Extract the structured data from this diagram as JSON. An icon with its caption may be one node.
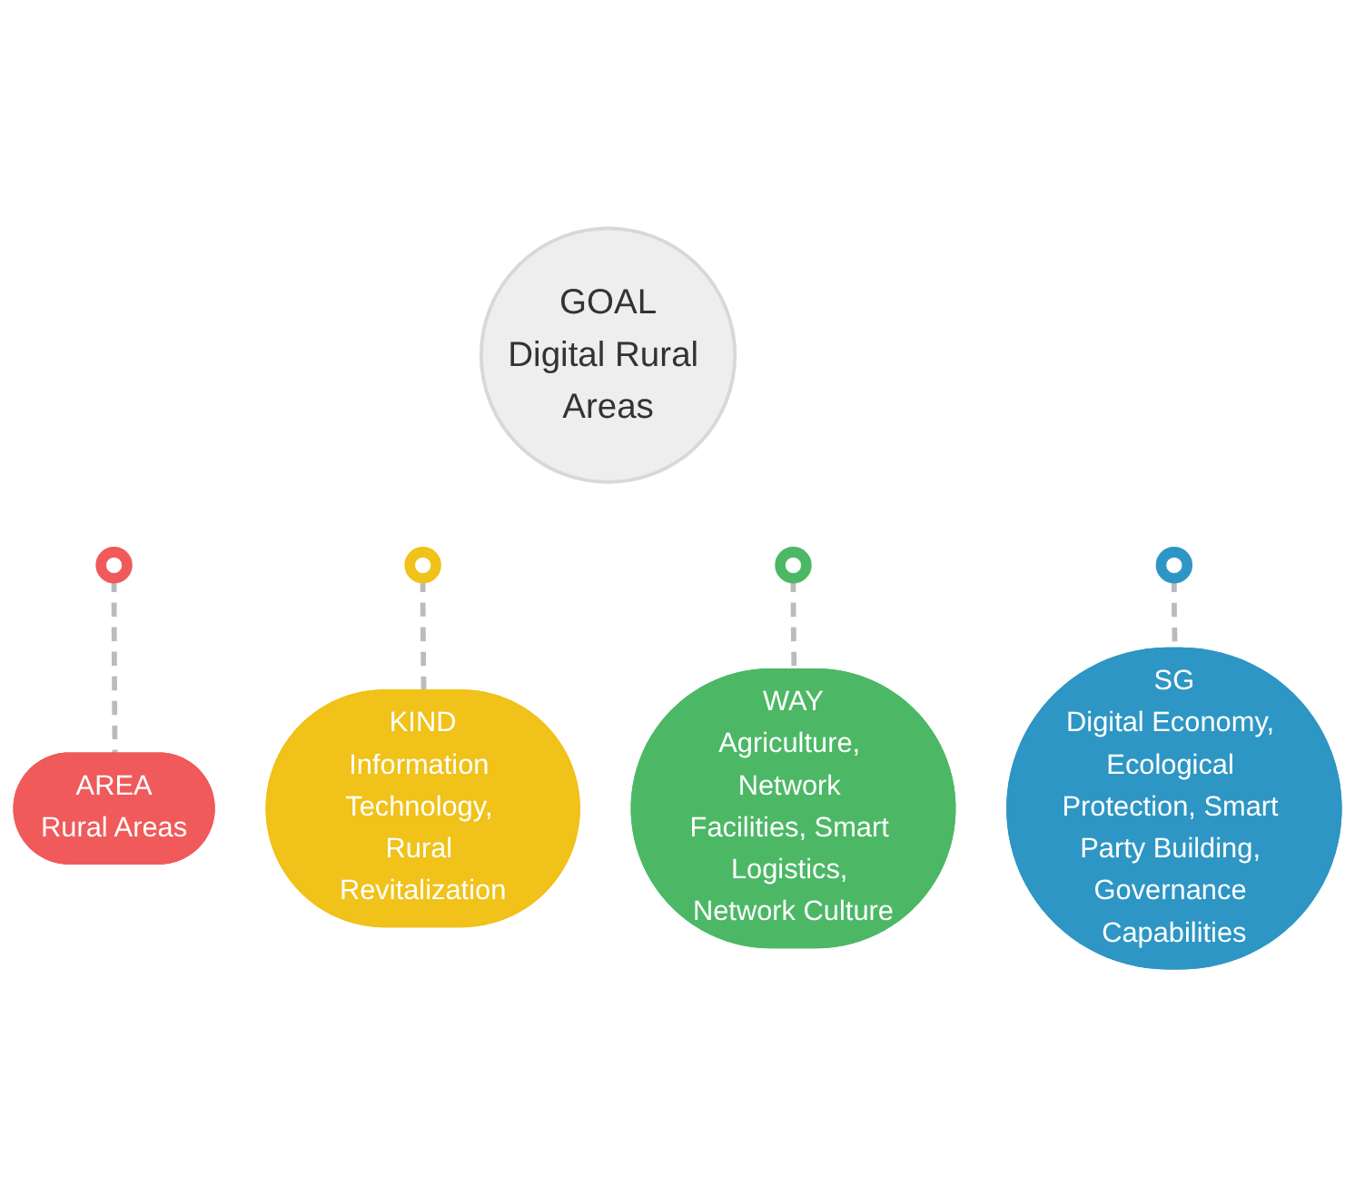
{
  "diagram": {
    "nodes": [
      {
        "text": [
          "GOAL",
          "Digital Rural Areas"
        ]
      },
      {
        "text": [],
        "shape": "circle"
      },
      {
        "text": [
          "AREA",
          "Rural Areas"
        ]
      },
      {
        "text": [],
        "shape": "circle"
      },
      {
        "text": [
          "KIND",
          "Information Technology, Rural Revitalization"
        ]
      },
      {
        "text": [],
        "shape": "circle"
      },
      {
        "text": [
          "WAY",
          "Agriculture, Network Facilities, Smart Logistics, Network Culture"
        ]
      },
      {
        "text": [],
        "shape": "circle"
      },
      {
        "text": [
          "SG",
          "Digital Economy, Ecological Protection, Smart Party Building, Governance Capabilities"
        ]
      }
    ],
    "edges": [
      {
        "from": 1,
        "to": 2,
        "arrow": "none",
        "style": "dashed"
      },
      {
        "from": 3,
        "to": 4,
        "arrow": "none",
        "style": "dashed"
      },
      {
        "from": 5,
        "to": 6,
        "arrow": "none",
        "style": "dashed"
      },
      {
        "from": 7,
        "to": 8,
        "arrow": "none",
        "style": "dashed"
      }
    ]
  }
}
